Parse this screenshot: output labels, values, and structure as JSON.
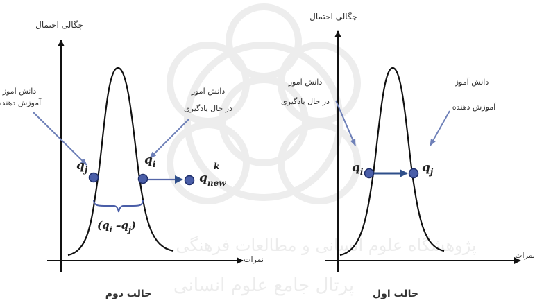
{
  "watermark": {
    "line1": "پژوهشگاه علوم انسانی و مطالعات فرهنگی",
    "line2": "پرتال جامع علوم انسانی"
  },
  "colors": {
    "point_fill": "#4a5ea8",
    "point_stroke": "#1e2e6a",
    "arrow_blue": "#2e4e8a",
    "pointer_blue": "#6e80b8",
    "axis": "#111111",
    "curve": "#111111",
    "watermark": "#ececec"
  },
  "left_diagram": {
    "y_axis_label": "چگالی احتمال",
    "x_axis_label": "نمرات",
    "caption": "حالت دوم",
    "teacher_label_line1": "دانش آموز",
    "teacher_label_line2": "آموزش دهنده",
    "learner_label_line1": "دانش آموز",
    "learner_label_line2": "در حال یادگیری",
    "point_qj": "q",
    "point_qj_sub": "j",
    "point_qi": "q",
    "point_qi_sub": "i",
    "point_qnew": "q",
    "point_qnew_sub": "new",
    "point_qnew_sup": "k",
    "diff_open": "(q",
    "diff_i": "i",
    "diff_minus": " –q",
    "diff_j": "j",
    "diff_close": ")"
  },
  "right_diagram": {
    "y_axis_label": "چگالی احتمال",
    "x_axis_label": "نمرات",
    "caption": "حالت اول",
    "learner_label_line1": "دانش آموز",
    "learner_label_line2": "در حال یادگیری",
    "teacher_label_line1": "دانش آموز",
    "teacher_label_line2": "آموزش دهنده",
    "point_qi": "q",
    "point_qi_sub": "i",
    "point_qj": "q",
    "point_qj_sub": "j"
  }
}
